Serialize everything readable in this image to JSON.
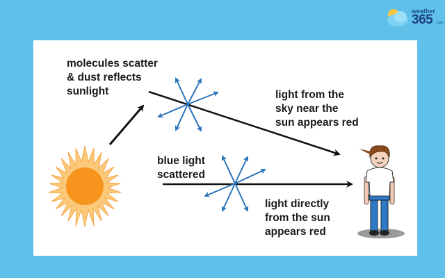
{
  "brand": {
    "top": "weather",
    "number": "365",
    "suffix": ".com"
  },
  "labels": {
    "molecules": "molecules scatter\n& dust reflects\nsunlight",
    "sky_red": "light from the\nsky near the\nsun appears red",
    "blue_light": "blue light\nscattered",
    "direct_red": "light directly\nfrom the sun\nappears red"
  },
  "colors": {
    "background": "#5fc1ea",
    "panel": "#ffffff",
    "scatter_arrows": "#2a74b8",
    "sun": "#f7941d",
    "sun_rays": "#fbc06a",
    "text": "#1a1a1a"
  }
}
